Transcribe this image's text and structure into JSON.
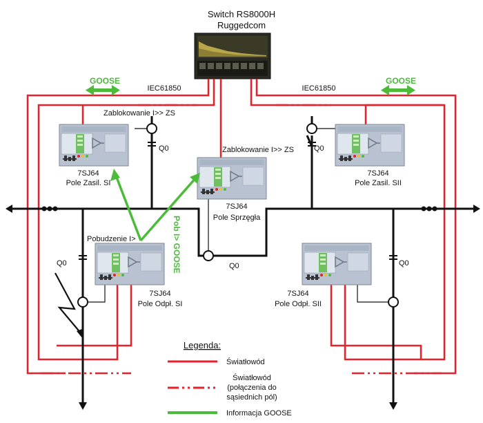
{
  "colors": {
    "fiber": "#e8202a",
    "goose": "#4cbb3a",
    "bus": "#111111",
    "ied_body": "#b8c2d0",
    "ied_screen": "#dfe6ee",
    "ied_green": "#6fc061"
  },
  "switch": {
    "title_line1": "Switch RS8000H",
    "title_line2": "Ruggedcom"
  },
  "protocol_left": "IEC61850",
  "protocol_right": "IEC61850",
  "goose_left": "GOOSE",
  "goose_right": "GOOSE",
  "blocking_left": "Zablokowanie I>> ZS",
  "blocking_center": "Zablokowanie I>> ZS",
  "pickup_label": "Pobudzenie I>",
  "goose_vertical": "Pob I> GOOSE",
  "devices": {
    "feeder_s1": {
      "model": "7SJ64",
      "name": "Pole Zasil. SI"
    },
    "feeder_s2": {
      "model": "7SJ64",
      "name": "Pole Zasil. SII"
    },
    "coupler": {
      "model": "7SJ64",
      "name": "Pole Sprzęgła"
    },
    "outgoing_s1": {
      "model": "7SJ64",
      "name": "Pole Odpł. SI"
    },
    "outgoing_s2": {
      "model": "7SJ64",
      "name": "Pole Odpł. SII"
    }
  },
  "breakers": {
    "q0_feeder_left": "Q0",
    "q0_feeder_right": "Q0",
    "q0_coupler": "Q0",
    "q0_outgoing_left": "Q0",
    "q0_outgoing_right": "Q0"
  },
  "legend": {
    "title": "Legenda:",
    "fiber": "Światłowód",
    "fiber_neighbors_line1": "Światłowód",
    "fiber_neighbors_line2": "(połączenia do",
    "fiber_neighbors_line3": "sąsiednich pól)",
    "goose_info": "Informacja GOOSE"
  }
}
